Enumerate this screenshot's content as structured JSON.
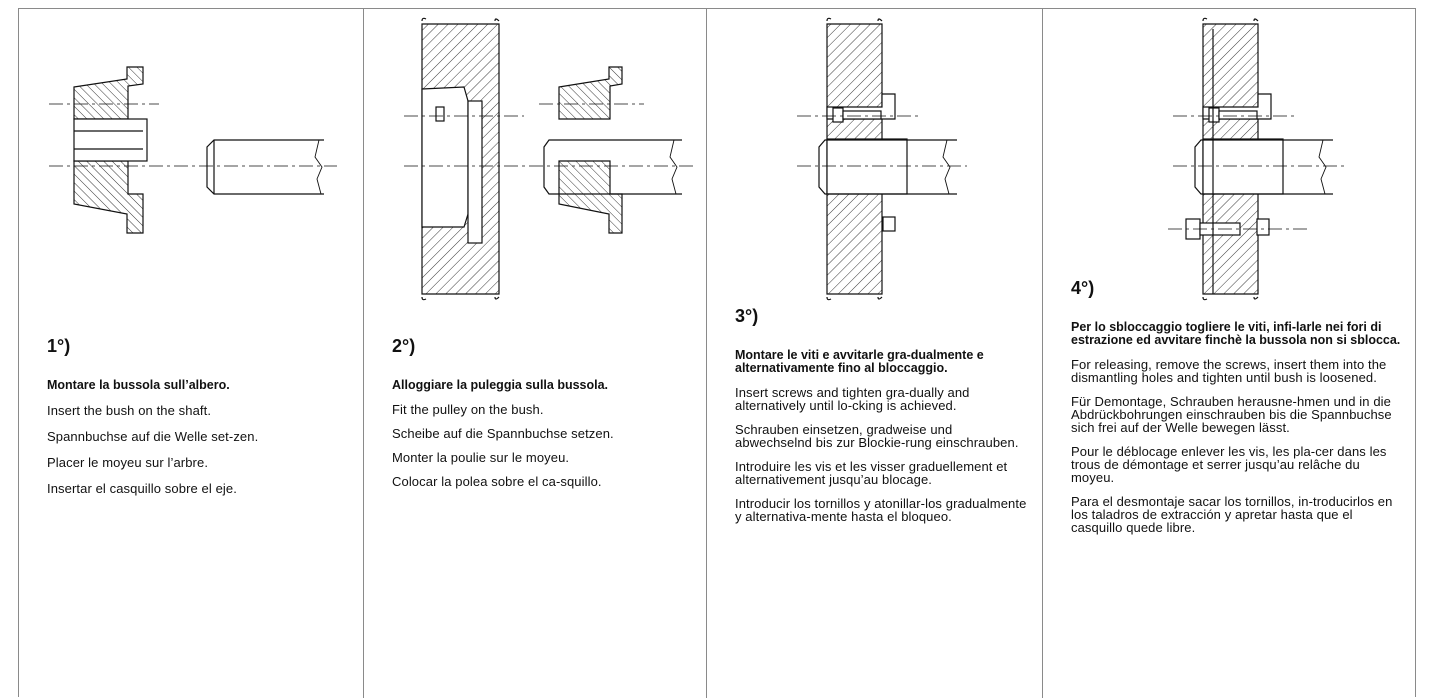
{
  "steps": [
    {
      "number": "1°)",
      "lead": "Montare la bussola sull’albero.",
      "paragraphs": [
        "Insert the bush on the shaft.",
        "Spannbuchse auf die Welle set-zen.",
        "Placer le moyeu sur l’arbre.",
        "Insertar el casquillo sobre el eje."
      ]
    },
    {
      "number": "2°)",
      "lead": "Alloggiare la puleggia sulla bussola.",
      "paragraphs": [
        "Fit the pulley on the bush.",
        "Scheibe auf die Spannbuchse setzen.",
        "Monter la poulie sur le moyeu.",
        "Colocar la polea sobre el ca-squillo."
      ]
    },
    {
      "number": "3°)",
      "lead": "Montare le viti e avvitarle gra-dualmente e alternativamente fino al bloccaggio.",
      "paragraphs": [
        "Insert screws and tighten gra-dually and alternatively until lo-cking is achieved.",
        "Schrauben einsetzen, gradweise und abwechselnd bis zur Blockie-rung einschrauben.",
        "Introduire les vis et les visser graduellement et alternativement jusqu’au blocage.",
        "Introducir los tornillos y atonillar-los gradualmente y alternativa-mente hasta el bloqueo."
      ]
    },
    {
      "number": "4°)",
      "lead": "Per lo sbloccaggio togliere le viti, infi-larle nei fori di estrazione ed avvitare finchè la bussola non si sblocca.",
      "paragraphs": [
        "For releasing, remove the screws, insert them into the dismantling holes and tighten until bush is loosened.",
        "Für Demontage, Schrauben herausne-hmen und in die Abdrückbohrungen einschrauben bis die Spannbuchse sich frei auf der Welle bewegen lässt.",
        "Pour le déblocage enlever les vis, les pla-cer dans les trous de démontage et serrer jusqu’au relâche du moyeu.",
        "Para el desmontaje sacar los tornillos, in-troducirlos en los taladros de extracción y apretar hasta que el casquillo quede libre."
      ]
    }
  ]
}
